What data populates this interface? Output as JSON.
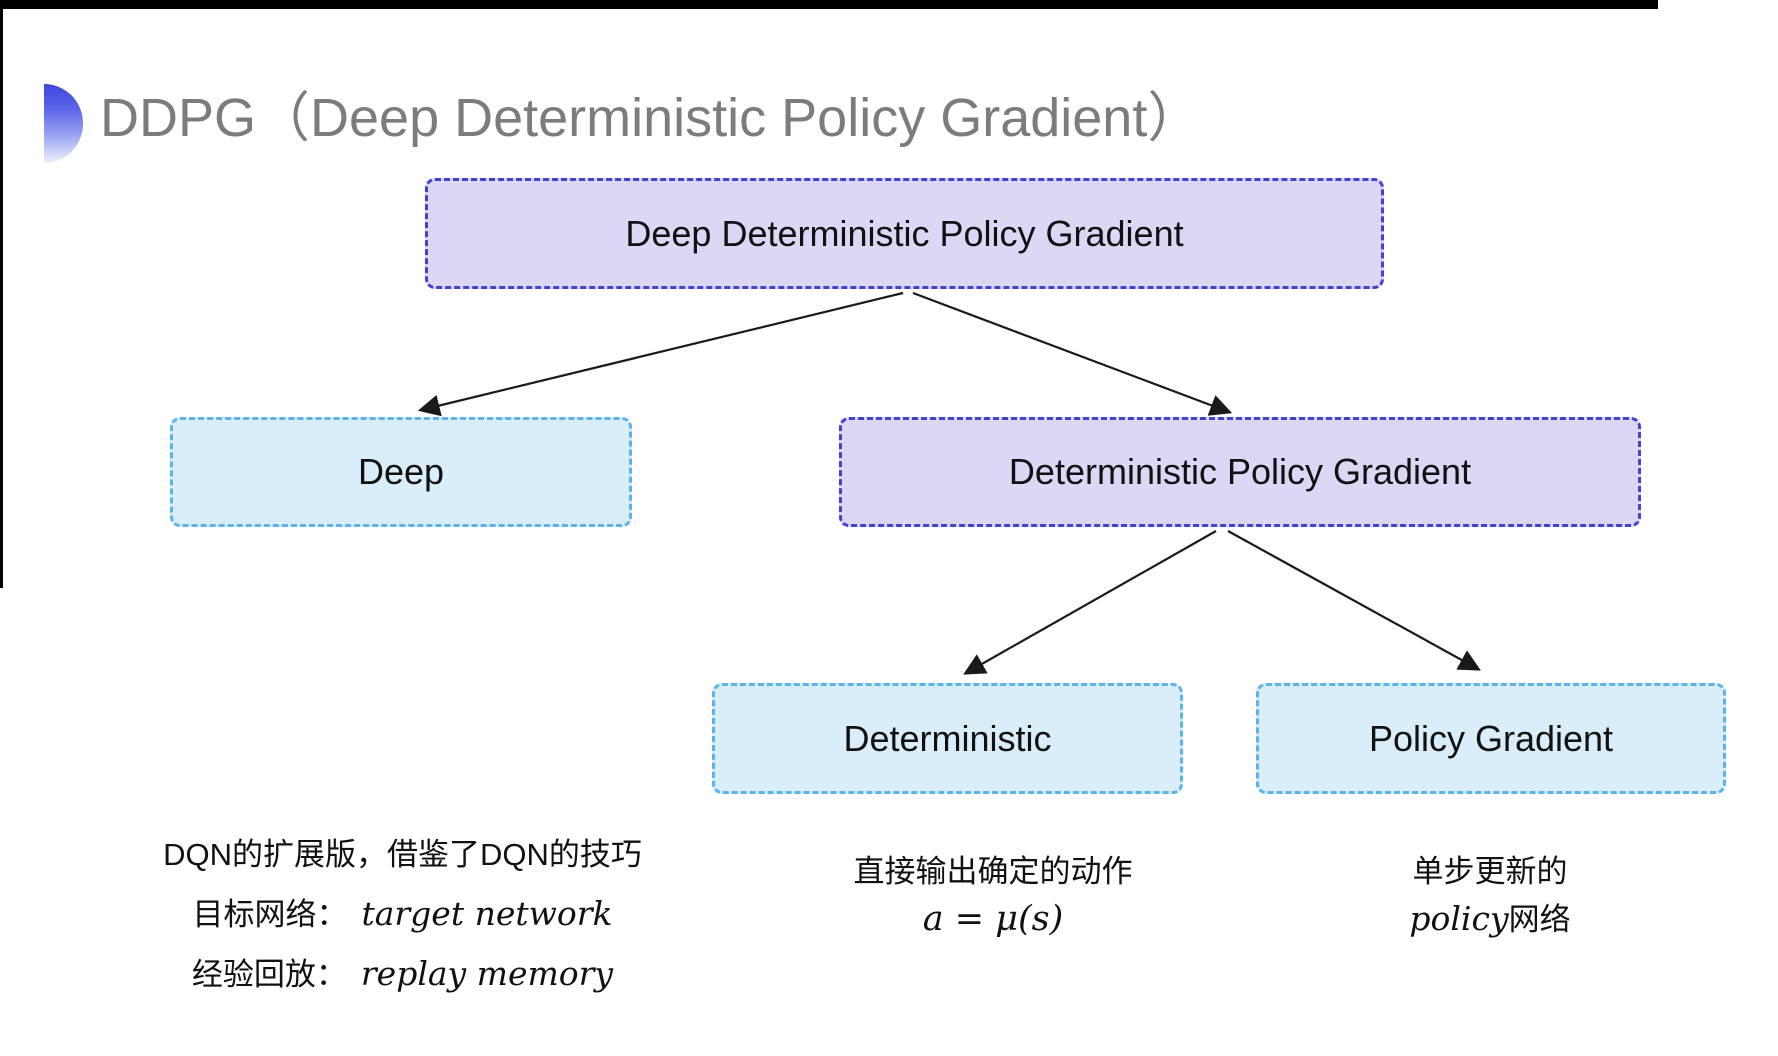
{
  "colors": {
    "background": "#ffffff",
    "frame": "#000000",
    "title_gray": "#7c7c7c",
    "bullet_blue": "#3f46e0",
    "purple_fill": "#dcd7f4",
    "purple_border": "#4343cd",
    "cyan_fill": "#d9eefa",
    "cyan_border": "#5bb3e8",
    "arrow": "#1a1a1a",
    "text": "#111111"
  },
  "header": {
    "title": "DDPG（Deep Deterministic Policy Gradient）"
  },
  "tree": {
    "root": "Deep Deterministic Policy Gradient",
    "children": [
      {
        "label": "Deep"
      },
      {
        "label": "Deterministic Policy Gradient",
        "children": [
          {
            "label": "Deterministic"
          },
          {
            "label": "Policy Gradient"
          }
        ]
      }
    ],
    "edges": [
      {
        "from": "Deep Deterministic Policy Gradient",
        "to": "Deep"
      },
      {
        "from": "Deep Deterministic Policy Gradient",
        "to": "Deterministic Policy Gradient"
      },
      {
        "from": "Deterministic Policy Gradient",
        "to": "Deterministic"
      },
      {
        "from": "Deterministic Policy Gradient",
        "to": "Policy Gradient"
      }
    ]
  },
  "notes": {
    "deep": {
      "line1": "DQN的扩展版，借鉴了DQN的技巧",
      "line2_label": "目标网络：",
      "line2_term": "target network",
      "line3_label": "经验回放：",
      "line3_term": "replay memory"
    },
    "deterministic": {
      "line1": "直接输出确定的动作",
      "formula": "a = μ(s)"
    },
    "policy_gradient": {
      "line1": "单步更新的",
      "term": "policy",
      "suffix": " 网络"
    }
  }
}
